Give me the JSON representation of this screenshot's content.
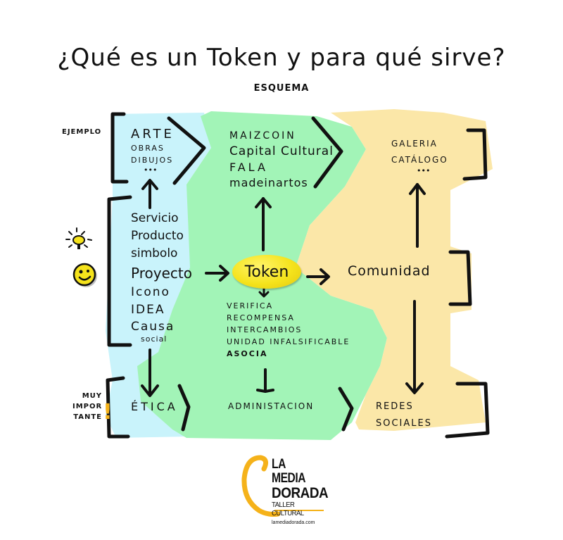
{
  "colors": {
    "blue_region": "#c9f3fb",
    "green_region": "#a2f4b7",
    "yellow_region": "#fbe7a8",
    "token_yellow": "#f5e31c",
    "accent_orange": "#f5b21a",
    "ink": "#111111"
  },
  "header": {
    "title": "¿Qué es un Token y para qué sirve?",
    "subtitle": "ESQUEMA"
  },
  "side_labels": {
    "example": "EJEMPLO",
    "important_line1": "MUY",
    "important_line2": "IMPOR",
    "important_line3": "TANTE",
    "important_mark": "!"
  },
  "icons": {
    "idea": "lightbulb-icon",
    "smile": "smiley-icon"
  },
  "nodes": {
    "example_art": {
      "title": "ARTE",
      "items": [
        "OBRAS",
        "DIBUJOS"
      ],
      "more": "•••"
    },
    "token_examples": {
      "items": [
        "MAIZCOIN",
        "Capital Cultural",
        "FALA",
        "madeinartos"
      ]
    },
    "gallery": {
      "items": [
        "GALERIA",
        "CATÁLOGO"
      ],
      "more": "•••"
    },
    "sources": {
      "items": [
        "Servicio",
        "Producto",
        "simbolo",
        "Proyecto",
        "Icono",
        "IDEA",
        "Causa"
      ],
      "sub": "social"
    },
    "token": {
      "label": "Token"
    },
    "functions": {
      "items": [
        "VERIFICA",
        "RECOMPENSA",
        "INTERCAMBIOS",
        "UNIDAD INFALSIFICABLE",
        "ASOCIA"
      ]
    },
    "community": {
      "label": "Comunidad"
    },
    "ethics": {
      "label": "ÉTICA"
    },
    "administration": {
      "label": "ADMINISTACION"
    },
    "social_networks": {
      "line1": "REDES",
      "line2": "SOCIALES"
    }
  },
  "logo": {
    "line1": "LA MEDIA",
    "line2": "DORADA",
    "line3": "TALLER CULTURAL",
    "url": "lamediadorada.com"
  }
}
